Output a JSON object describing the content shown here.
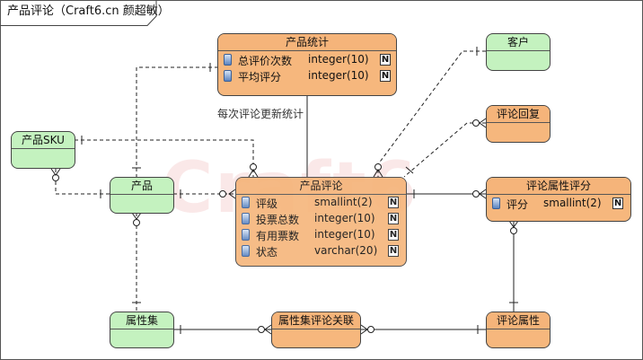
{
  "diagram": {
    "title": "产品评论（Craft6.cn 颜超敏）",
    "watermark": "Craft6",
    "edge_label": "每次评论更新统计",
    "entities": {
      "product_stats": {
        "name": "产品统计",
        "attributes": [
          {
            "name": "总评价次数",
            "type": "integer(10)",
            "flag": "N"
          },
          {
            "name": "平均评分",
            "type": "integer(10)",
            "flag": "N"
          }
        ]
      },
      "customer": {
        "name": "客户"
      },
      "review_reply": {
        "name": "评论回复"
      },
      "product_sku": {
        "name": "产品SKU"
      },
      "product": {
        "name": "产品"
      },
      "product_review": {
        "name": "产品评论",
        "attributes": [
          {
            "name": "评级",
            "type": "smallint(2)",
            "flag": "N"
          },
          {
            "name": "投票总数",
            "type": "integer(10)",
            "flag": "N"
          },
          {
            "name": "有用票数",
            "type": "integer(10)",
            "flag": "N"
          },
          {
            "name": "状态",
            "type": "varchar(20)",
            "flag": "N"
          }
        ]
      },
      "review_attr_score": {
        "name": "评论属性评分",
        "attributes": [
          {
            "name": "评分",
            "type": "smallint(2)",
            "flag": "N"
          }
        ]
      },
      "attribute_set": {
        "name": "属性集"
      },
      "attr_set_review_link": {
        "name": "属性集评论关联"
      },
      "review_attribute": {
        "name": "评论属性"
      }
    }
  }
}
